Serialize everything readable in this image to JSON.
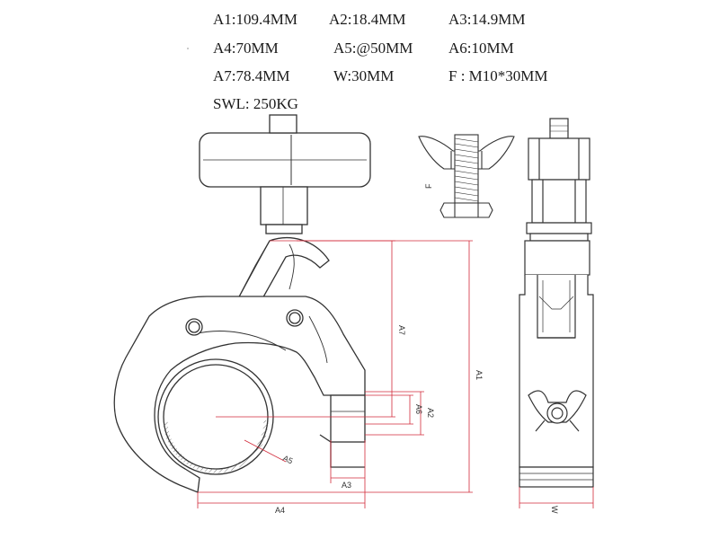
{
  "specs": {
    "a1": "A1:109.4MM",
    "a2": "A2:18.4MM",
    "a3": "A3:14.9MM",
    "a4": "A4:70MM",
    "a5": "A5:@50MM",
    "a6": "A6:10MM",
    "a7": "A7:78.4MM",
    "w": "W:30MM",
    "f": "F : M10*30MM",
    "swl": "SWL: 250KG"
  },
  "dims": {
    "a1": "A1",
    "a2": "A2",
    "a3": "A3",
    "a4": "A4",
    "a5": "A5",
    "a6": "A6",
    "a7": "A7",
    "w": "W",
    "f": "F"
  },
  "colors": {
    "line": "#333333",
    "dimension": "#d22a3a"
  }
}
